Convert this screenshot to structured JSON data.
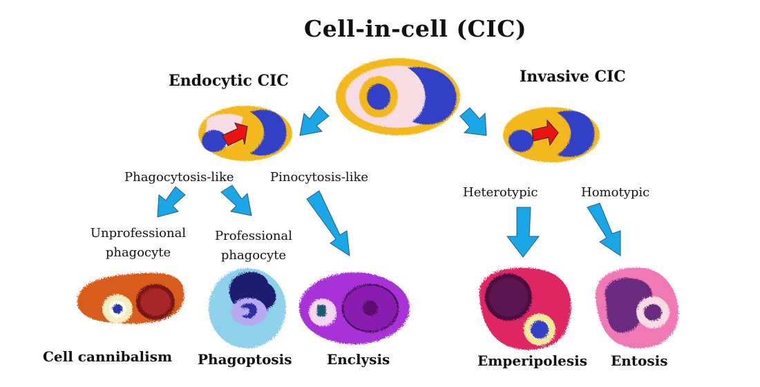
{
  "title": "Cell-in-cell (CIC)",
  "branches": {
    "endocytic": "Endocytic CIC",
    "invasive": "Invasive CIC"
  },
  "subtypes": {
    "phagocytosis": "Phagocytosis-like",
    "pinocytosis": "Pinocytosis-like",
    "heterotypic": "Heterotypic",
    "homotypic": "Homotypic"
  },
  "phagocytes": {
    "unprofessional_line1": "Unprofessional",
    "unprofessional_line2": "phagocyte",
    "professional_line1": "Professional",
    "professional_line2": "phagocyte"
  },
  "outcomes": {
    "cannibalism": "Cell cannibalism",
    "phagoptosis": "Phagoptosis",
    "enclysis": "Enclysis",
    "emperipolesis": "Emperipolesis",
    "entosis": "Entosis"
  },
  "colors": {
    "arrow_blue": "#1aa7e8",
    "arrow_red": "#ee1111",
    "cell_yellow": "#f2b81e",
    "nucleus_blue": "#3340c8",
    "vacuole_pink": "#f8dce4"
  }
}
